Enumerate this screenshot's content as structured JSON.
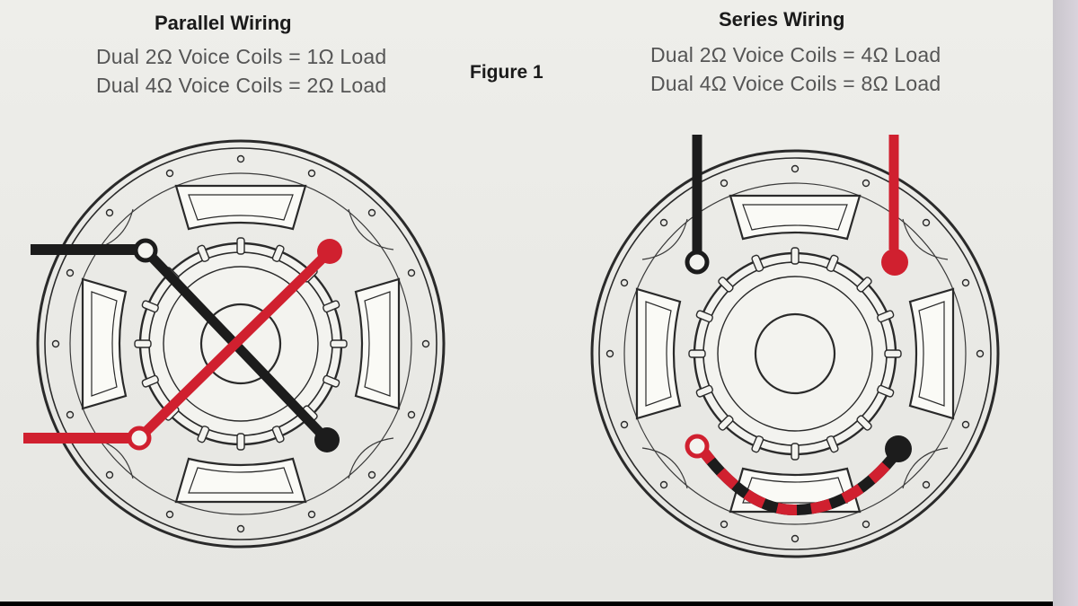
{
  "figure_label": "Figure 1",
  "parallel": {
    "title": "Parallel Wiring",
    "lines": [
      "Dual 2Ω Voice Coils = 1Ω Load",
      "Dual 4Ω Voice Coils = 2Ω Load"
    ]
  },
  "series": {
    "title": "Series Wiring",
    "lines": [
      "Dual 2Ω Voice Coils = 4Ω Load",
      "Dual 4Ω Voice Coils = 8Ω Load"
    ]
  },
  "colors": {
    "background": "#eeeeea",
    "negative_wire": "#1c1c1c",
    "positive_wire": "#d0202f",
    "line_art": "#2a2a2a"
  }
}
